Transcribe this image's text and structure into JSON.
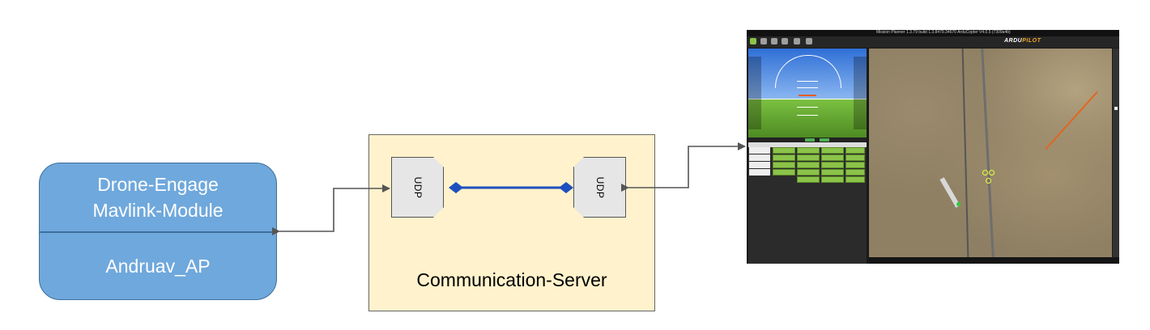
{
  "module": {
    "title_line1": "Drone-Engage",
    "title_line2": "Mavlink-Module",
    "subtitle": "Andruav_AP"
  },
  "server": {
    "label": "Communication-Server",
    "port_left": "UDP",
    "port_right": "UDP"
  },
  "gcs": {
    "titlebar_text": "Mission Planner 1.3.79 build 1.3.8479.34670 ArduCopter V4.0.5 (7309a4b)",
    "logo_text": "ARDU",
    "logo_highlight": "PILOT"
  },
  "colors": {
    "module_fill": "#6fa8dc",
    "server_fill": "#fff2cc",
    "port_fill": "#e6e6e6",
    "link_line": "#1f4fbf",
    "arrow": "#555555"
  }
}
